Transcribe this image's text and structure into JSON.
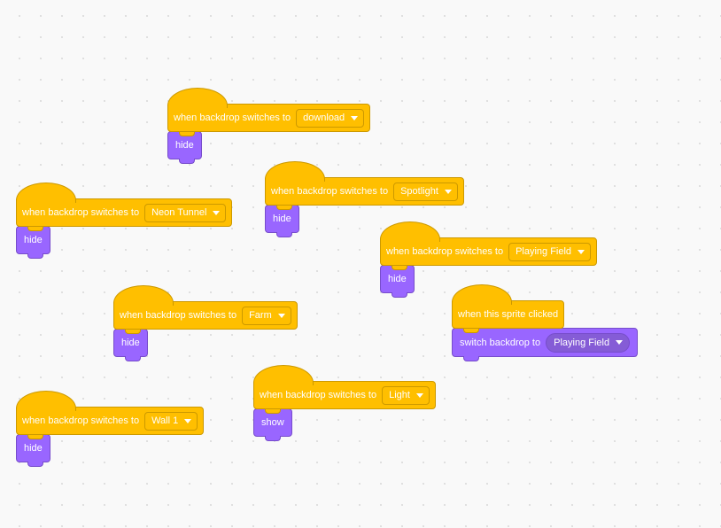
{
  "scripts": [
    {
      "hat_text": "when backdrop switches to",
      "dropdown_value": "download",
      "action": "hide"
    },
    {
      "hat_text": "when backdrop switches to",
      "dropdown_value": "Spotlight",
      "action": "hide"
    },
    {
      "hat_text": "when backdrop switches to",
      "dropdown_value": "Neon Tunnel",
      "action": "hide"
    },
    {
      "hat_text": "when backdrop switches to",
      "dropdown_value": "Playing Field",
      "action": "hide"
    },
    {
      "hat_text": "when backdrop switches to",
      "dropdown_value": "Farm",
      "action": "hide"
    },
    {
      "hat_text": "when this sprite clicked",
      "action": "switch backdrop to",
      "action_dropdown_value": "Playing Field"
    },
    {
      "hat_text": "when backdrop switches to",
      "dropdown_value": "Light",
      "action": "show"
    },
    {
      "hat_text": "when backdrop switches to",
      "dropdown_value": "Wall 1",
      "action": "hide"
    }
  ],
  "colors": {
    "events": "#ffbf00",
    "events_border": "#cc9900",
    "looks": "#9966ff",
    "looks_border": "#774dcb",
    "canvas": "#f9f9f9"
  },
  "icons": {
    "dropdown_caret": "caret-down-icon"
  }
}
